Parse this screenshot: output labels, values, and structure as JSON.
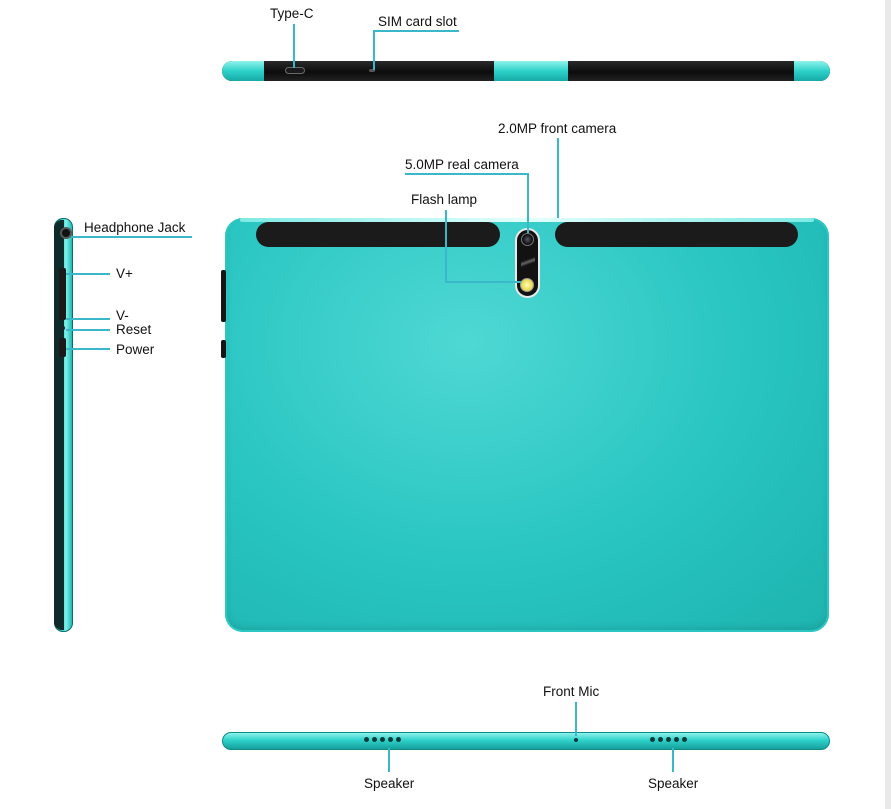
{
  "labels": {
    "type_c": "Type-C",
    "sim_slot": "SIM card slot",
    "front_camera": "2.0MP front camera",
    "rear_camera": "5.0MP real camera",
    "flash_lamp": "Flash lamp",
    "headphone_jack": "Headphone Jack",
    "volume_up": "V+",
    "volume_down": "V-",
    "reset": "Reset",
    "power": "Power",
    "front_mic": "Front Mic",
    "speaker_left": "Speaker",
    "speaker_right": "Speaker"
  },
  "colors": {
    "body_teal": "#28c5c1",
    "leader_line": "#3ab7c9",
    "dark_trim": "#1b1b1b"
  }
}
